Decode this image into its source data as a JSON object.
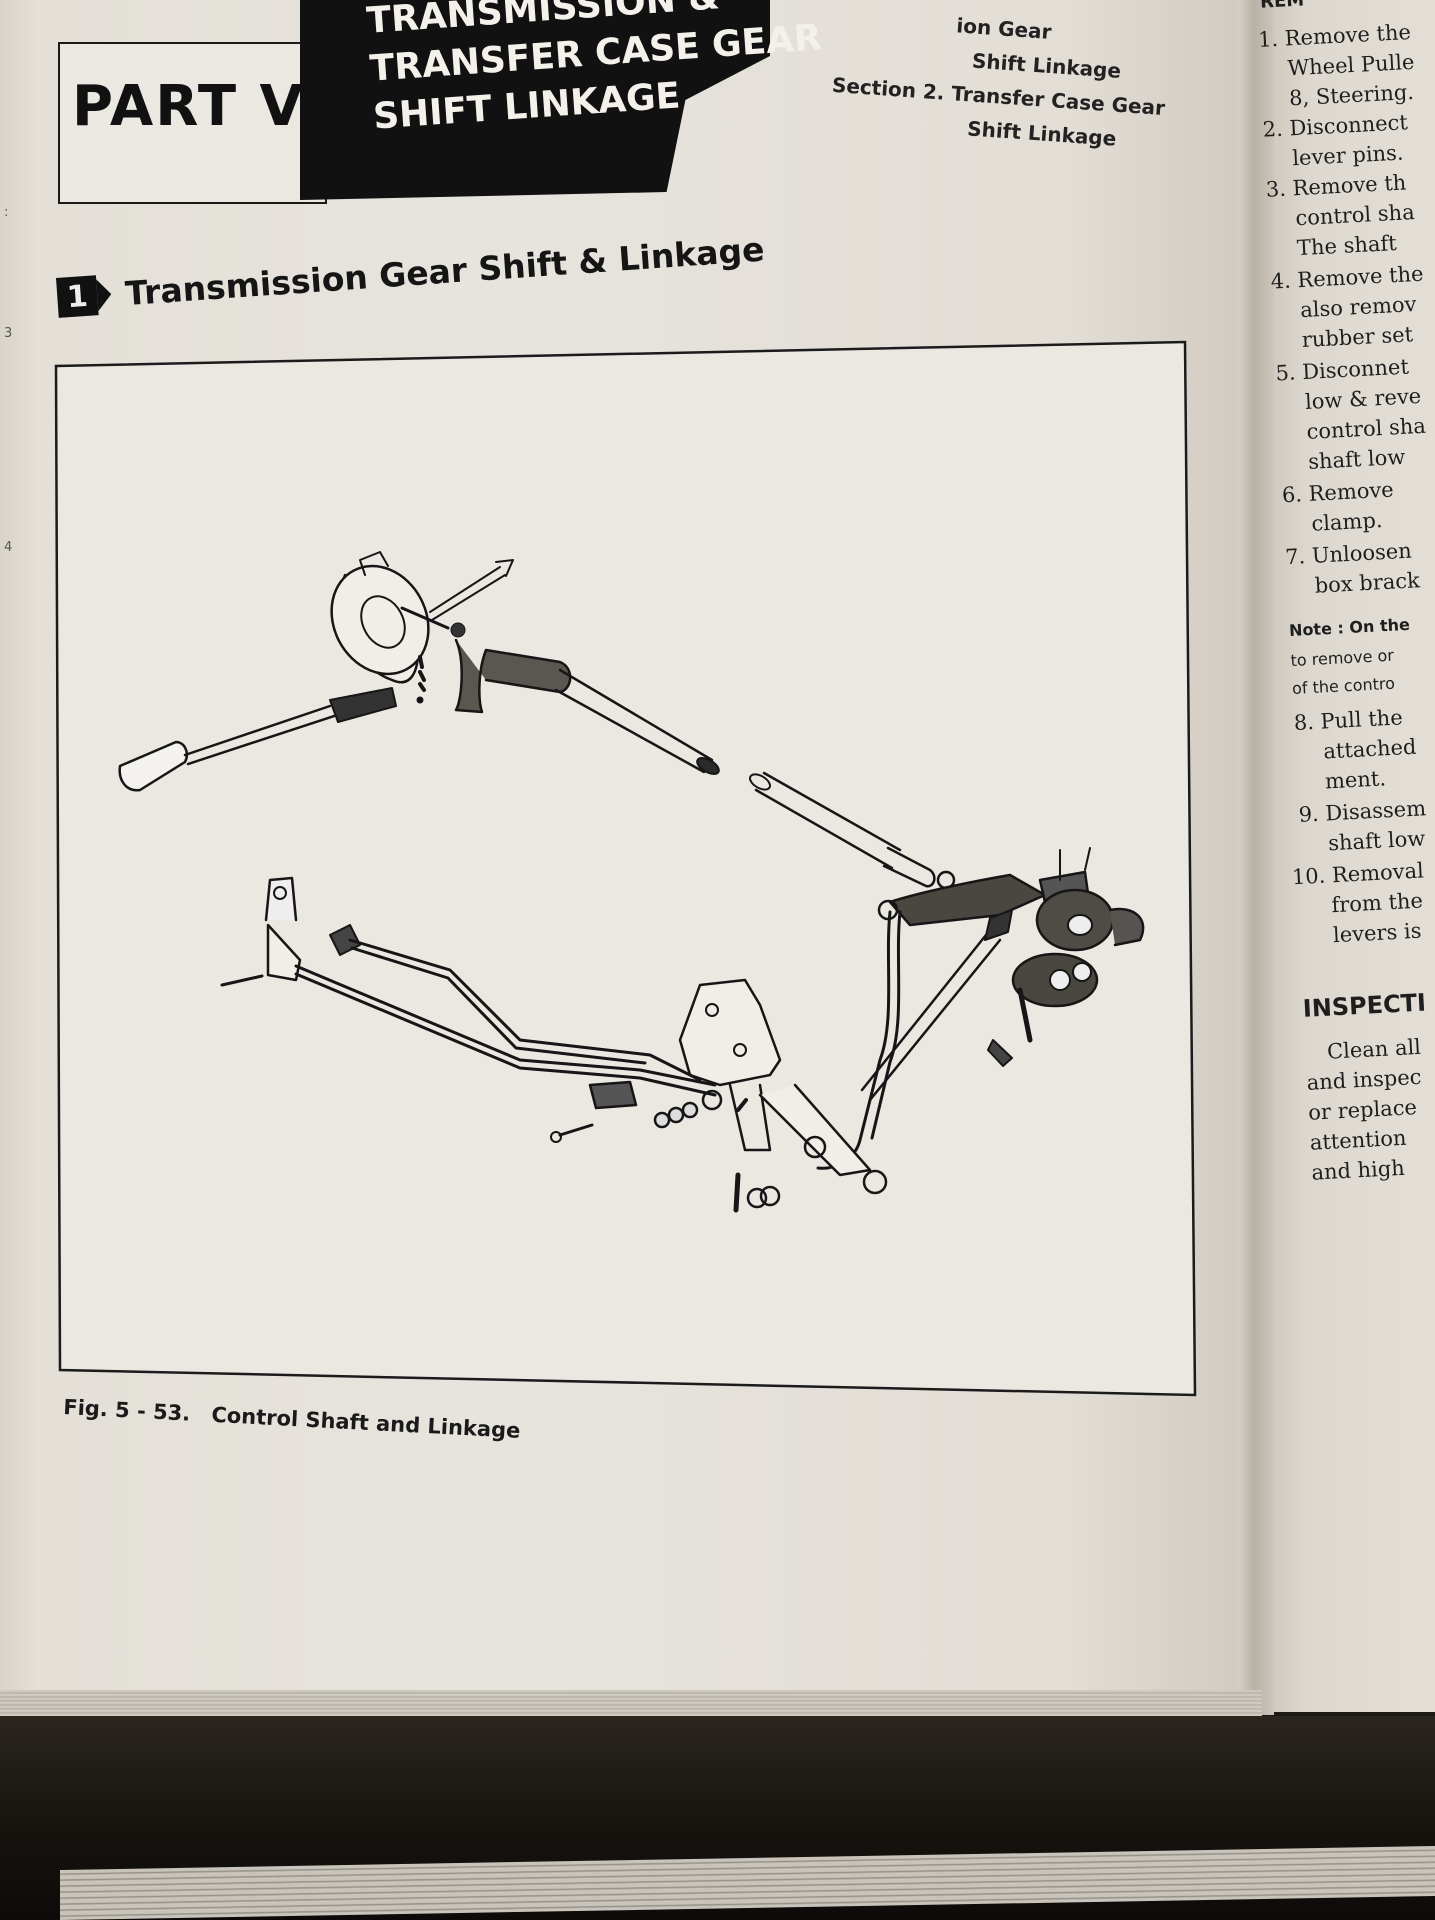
{
  "header": {
    "part_label": "PART V",
    "title_lines": [
      "TRANSMISSION &",
      "TRANSFER CASE GEAR",
      "SHIFT LINKAGE"
    ],
    "sections": [
      "ion Gear",
      "Shift Linkage",
      "Section 2. Transfer Case Gear",
      "Shift Linkage"
    ]
  },
  "heading": {
    "number": "1",
    "text": "Transmission Gear Shift & Linkage"
  },
  "figure": {
    "label": "Fig. 5 - 53.",
    "caption": "Control Shaft and Linkage"
  },
  "margin_ticks": [
    ":",
    "3",
    "4"
  ],
  "right_page": {
    "top_fragment": "REM",
    "steps": [
      "1. Remove the",
      "Wheel Pulle",
      "8, Steering.",
      "2. Disconnect",
      "lever pins.",
      "3. Remove th",
      "control sha",
      "The shaft",
      "4. Remove the",
      "also remov",
      "rubber set",
      "5. Disconnet",
      "low & reve",
      "control sha",
      "shaft low",
      "6. Remove",
      "clamp.",
      "7. Unloosen",
      "box brack"
    ],
    "note_lines": [
      "Note : On the",
      "to remove or",
      "of the contro"
    ],
    "steps_2": [
      "8. Pull the",
      "attached",
      "ment.",
      "9. Disassem",
      "shaft low",
      "10. Removal",
      "from the",
      "levers is"
    ],
    "inspection_heading": "INSPECTI",
    "inspection_lines": [
      "Clean all",
      "and inspec",
      "or replace",
      "attention",
      "and high"
    ]
  }
}
